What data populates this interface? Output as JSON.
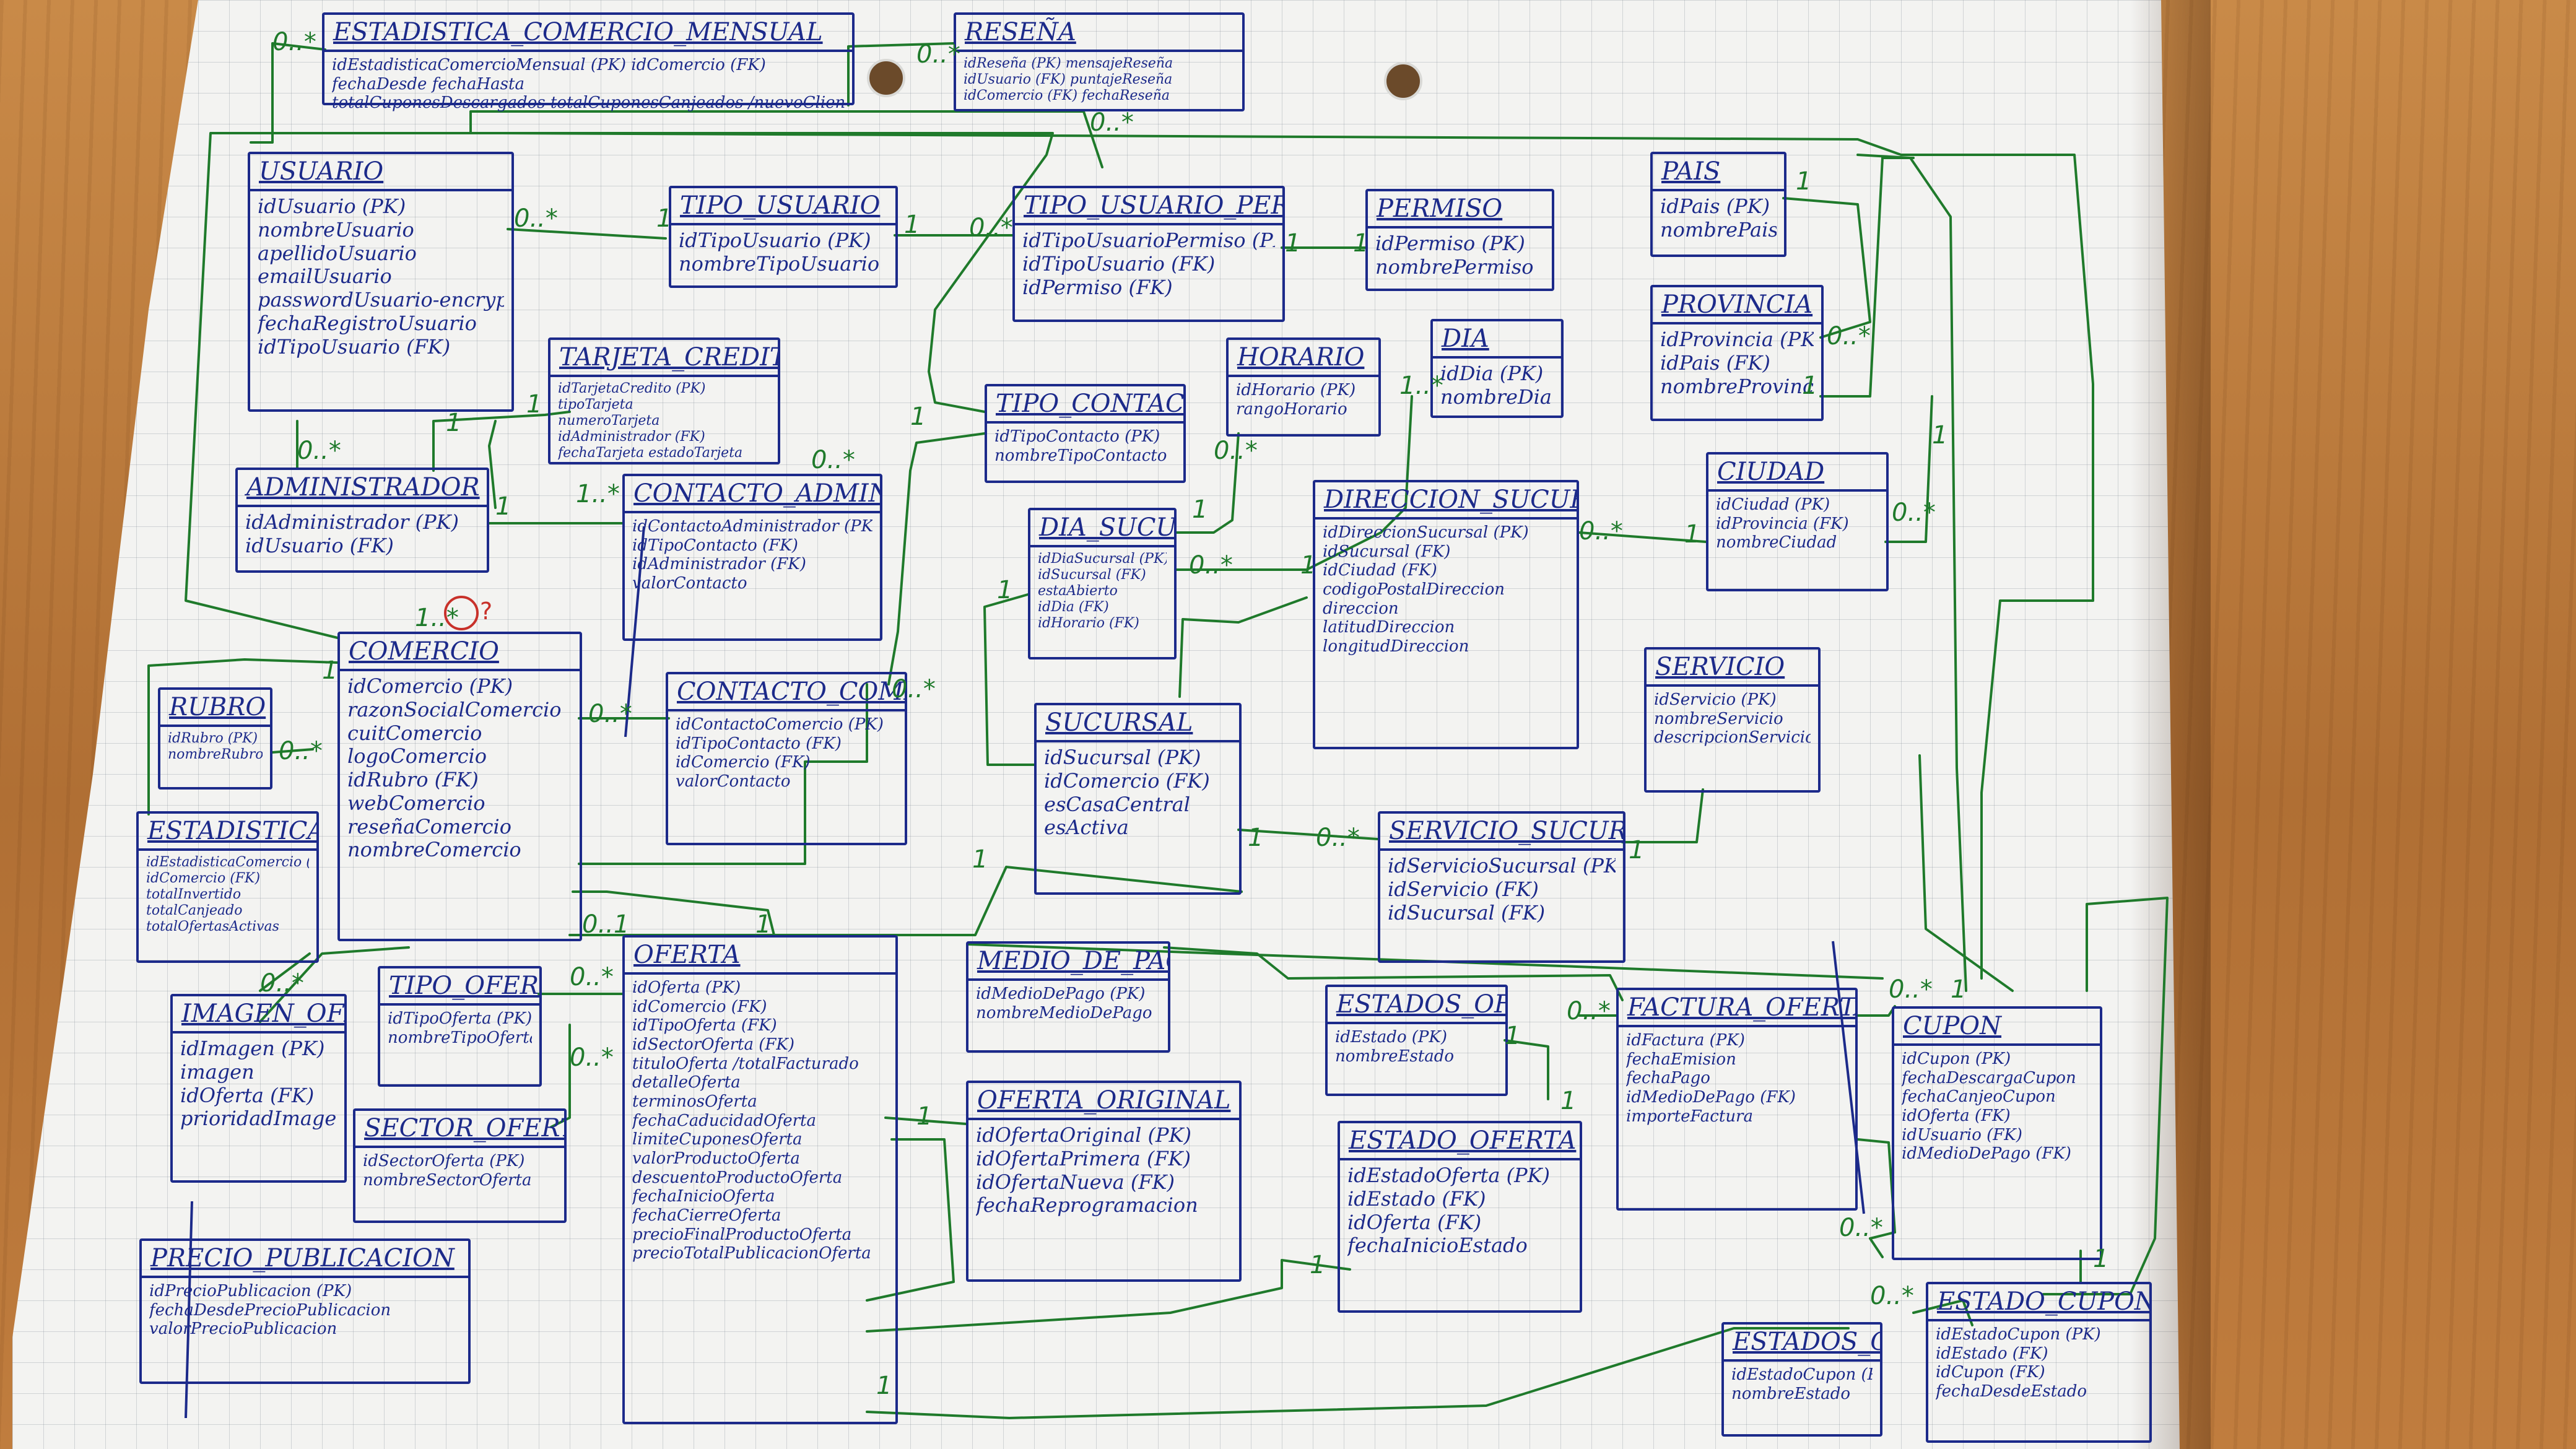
{
  "colors": {
    "ink_blue": "#1c2a8a",
    "ink_green": "#1f7a2b",
    "ink_red": "#c8312a",
    "paper": "#f3f3f1",
    "wood": "#b8783a"
  },
  "entities": [
    {
      "id": "estadistica_comercio_mensual",
      "title": "ESTADISTICA_COMERCIO_MENSUAL",
      "attrs": [
        "idEstadisticaComercioMensual (PK)   idComercio (FK)",
        "fechaDesde        fechaHasta",
        "totalCuponesDescargados  totalCuponesCanjeados  /nuevoClientes"
      ]
    },
    {
      "id": "resena",
      "title": "RESEÑA",
      "attrs": [
        "idReseña (PK)     mensajeReseña",
        "idUsuario (FK)    puntajeReseña",
        "idComercio (FK)   fechaReseña"
      ]
    },
    {
      "id": "usuario",
      "title": "USUARIO",
      "attrs": [
        "idUsuario (PK)",
        "nombreUsuario",
        "apellidoUsuario",
        "emailUsuario",
        "passwordUsuario-encrypt",
        "fechaRegistroUsuario",
        "idTipoUsuario (FK)"
      ]
    },
    {
      "id": "tipo_usuario",
      "title": "TIPO_USUARIO",
      "attrs": [
        "idTipoUsuario (PK)",
        "nombreTipoUsuario"
      ]
    },
    {
      "id": "tipo_usuario_permiso",
      "title": "TIPO_USUARIO_PERMISO",
      "attrs": [
        "idTipoUsuarioPermiso (PK)",
        "idTipoUsuario (FK)",
        "idPermiso (FK)"
      ]
    },
    {
      "id": "permiso",
      "title": "PERMISO",
      "attrs": [
        "idPermiso (PK)",
        "nombrePermiso"
      ]
    },
    {
      "id": "pais",
      "title": "PAIS",
      "attrs": [
        "idPais (PK)",
        "nombrePais"
      ]
    },
    {
      "id": "provincia",
      "title": "PROVINCIA",
      "attrs": [
        "idProvincia (PK)",
        "idPais (FK)",
        "nombreProvincia"
      ]
    },
    {
      "id": "tarjeta_credito",
      "title": "TARJETA_CREDITO",
      "attrs": [
        "idTarjetaCredito (PK)",
        "tipoTarjeta",
        "numeroTarjeta",
        "idAdministrador (FK)",
        "fechaTarjeta  estadoTarjeta"
      ]
    },
    {
      "id": "horario",
      "title": "HORARIO",
      "attrs": [
        "idHorario (PK)",
        "rangoHorario"
      ]
    },
    {
      "id": "dia",
      "title": "DIA",
      "attrs": [
        "idDia (PK)",
        "nombreDia"
      ]
    },
    {
      "id": "tipo_contacto",
      "title": "TIPO_CONTACTO",
      "attrs": [
        "idTipoContacto (PK)",
        "nombreTipoContacto"
      ]
    },
    {
      "id": "administrador",
      "title": "ADMINISTRADOR",
      "attrs": [
        "idAdministrador (PK)",
        "idUsuario (FK)"
      ]
    },
    {
      "id": "contacto_administrador",
      "title": "CONTACTO_ADMINISTRADOR",
      "attrs": [
        "idContactoAdministrador (PK)",
        "idTipoContacto (FK)",
        "idAdministrador (FK)",
        "valorContacto"
      ]
    },
    {
      "id": "dia_sucursal",
      "title": "DIA_SUCURSAL",
      "attrs": [
        "idDiaSucursal (PK)",
        "idSucursal (FK)",
        "estaAbierto",
        "idDia (FK)",
        "idHorario (FK)"
      ]
    },
    {
      "id": "direccion_sucursal",
      "title": "DIRECCION_SUCURSAL",
      "attrs": [
        "idDireccionSucursal (PK)",
        "idSucursal (FK)",
        "idCiudad (FK)",
        "codigoPostalDireccion",
        "direccion",
        "latitudDireccion",
        "longitudDireccion"
      ]
    },
    {
      "id": "ciudad",
      "title": "CIUDAD",
      "attrs": [
        "idCiudad (PK)",
        "idProvincia (FK)",
        "nombreCiudad"
      ]
    },
    {
      "id": "rubro",
      "title": "RUBRO",
      "attrs": [
        "idRubro (PK)",
        "nombreRubro"
      ]
    },
    {
      "id": "comercio",
      "title": "COMERCIO",
      "attrs": [
        "idComercio (PK)",
        "razonSocialComercio",
        "cuitComercio",
        "logoComercio",
        "idRubro (FK)",
        "webComercio",
        "reseñaComercio",
        "nombreComercio"
      ]
    },
    {
      "id": "contacto_comercio",
      "title": "CONTACTO_COMERCIO",
      "attrs": [
        "idContactoComercio (PK)",
        "idTipoContacto (FK)",
        "idComercio (FK)",
        "valorContacto"
      ]
    },
    {
      "id": "servicio",
      "title": "SERVICIO",
      "attrs": [
        "idServicio (PK)",
        "nombreServicio",
        "descripcionServicio"
      ]
    },
    {
      "id": "estadistica_comercio",
      "title": "ESTADISTICA_COMERCIO",
      "attrs": [
        "idEstadisticaComercio (PK)",
        "idComercio (FK)",
        "totalInvertido",
        "totalCanjeado",
        "totalOfertasActivas"
      ]
    },
    {
      "id": "sucursal",
      "title": "SUCURSAL",
      "attrs": [
        "idSucursal (PK)",
        "idComercio (FK)",
        "esCasaCentral",
        "esActiva"
      ]
    },
    {
      "id": "servicio_sucursal",
      "title": "SERVICIO_SUCURSAL",
      "attrs": [
        "idServicioSucursal (PK)",
        "idServicio (FK)",
        "idSucursal (FK)"
      ]
    },
    {
      "id": "imagen_oferta",
      "title": "IMAGEN_OFERTA",
      "attrs": [
        "idImagen (PK)",
        "imagen",
        "idOferta (FK)",
        "prioridadImagen"
      ]
    },
    {
      "id": "tipo_oferta",
      "title": "TIPO_OFERTA",
      "attrs": [
        "idTipoOferta (PK)",
        "nombreTipoOferta"
      ]
    },
    {
      "id": "oferta",
      "title": "OFERTA",
      "attrs": [
        "idOferta (PK)",
        "idComercio (FK)",
        "idTipoOferta (FK)",
        "idSectorOferta (FK)",
        "tituloOferta  /totalFacturado",
        "detalleOferta",
        "terminosOferta",
        "fechaCaducidadOferta",
        "limiteCuponesOferta",
        "valorProductoOferta",
        "descuentoProductoOferta",
        "fechaInicioOferta",
        "fechaCierreOferta",
        "precioFinalProductoOferta",
        "precioTotalPublicacionOferta"
      ]
    },
    {
      "id": "medio_de_pago",
      "title": "MEDIO_DE_PAGO",
      "attrs": [
        "idMedioDePago (PK)",
        "nombreMedioDePago"
      ]
    },
    {
      "id": "estados_of",
      "title": "ESTADOS_OF",
      "attrs": [
        "idEstado (PK)",
        "nombreEstado"
      ]
    },
    {
      "id": "factura_oferta",
      "title": "FACTURA_OFERTA",
      "attrs": [
        "idFactura (PK)",
        "fechaEmision",
        "fechaPago",
        "idMedioDePago (FK)",
        "importeFactura"
      ]
    },
    {
      "id": "cupon",
      "title": "CUPON",
      "attrs": [
        "idCupon (PK)",
        "fechaDescargaCupon",
        "fechaCanjeoCupon",
        "idOferta (FK)",
        "idUsuario (FK)",
        "idMedioDePago (FK)"
      ]
    },
    {
      "id": "sector_oferta",
      "title": "SECTOR_OFERTA",
      "attrs": [
        "idSectorOferta (PK)",
        "nombreSectorOferta"
      ]
    },
    {
      "id": "oferta_original",
      "title": "OFERTA_ORIGINAL",
      "attrs": [
        "idOfertaOriginal (PK)",
        "idOfertaPrimera (FK)",
        "idOfertaNueva (FK)",
        "fechaReprogramacion"
      ]
    },
    {
      "id": "estado_oferta",
      "title": "ESTADO_OFERTA",
      "attrs": [
        "idEstadoOferta (PK)",
        "idEstado (FK)",
        "idOferta (FK)",
        "fechaInicioEstado"
      ]
    },
    {
      "id": "precio_publicacion",
      "title": "PRECIO_PUBLICACION",
      "attrs": [
        "idPrecioPublicacion (PK)",
        "fechaDesdePrecioPublicacion",
        "valorPrecioPublicacion"
      ]
    },
    {
      "id": "estados_cup",
      "title": "ESTADOS_CUP",
      "attrs": [
        "idEstadoCupon (PK)",
        "nombreEstado"
      ]
    },
    {
      "id": "estado_cupon",
      "title": "ESTADO_CUPON",
      "attrs": [
        "idEstadoCupon (PK)",
        "idEstado (FK)",
        "idCupon (FK)",
        "fechaDesdeEstado"
      ]
    }
  ],
  "cardinalities": [
    "0..*",
    "0..*",
    "0..*",
    "1",
    "0..*",
    "1",
    "0..*",
    "1",
    "1",
    "1",
    "0..*",
    "1",
    "1..*",
    "1",
    "0..*",
    "1",
    "1",
    "1..*",
    "0..*",
    "1",
    "0..*",
    "1",
    "1..*",
    "1",
    "0..*",
    "1",
    "0..*",
    "0..*",
    "1",
    "1",
    "0..*",
    "0..*",
    "1",
    "0..*",
    "1",
    "0..1",
    "0..*",
    "1",
    "1",
    "1",
    "0..*",
    "0..*",
    "0..*",
    "0..*",
    "1",
    "1",
    "1",
    "0..*",
    "1",
    "0..*",
    "0..*",
    "1",
    "1",
    "1"
  ],
  "marks": [
    "?"
  ]
}
